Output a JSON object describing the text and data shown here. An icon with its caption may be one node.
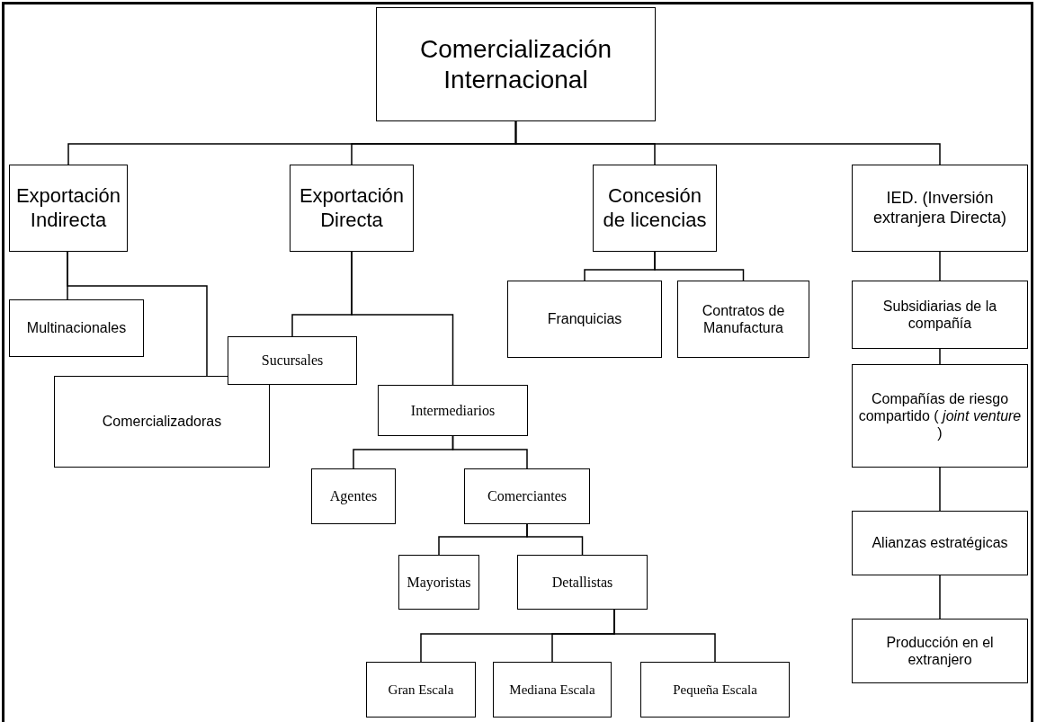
{
  "diagram": {
    "nodes": [
      {
        "text": [
          "Comercialización Internacional"
        ]
      },
      {
        "text": [
          "Exportación Indirecta"
        ]
      },
      {
        "text": [
          "Exportación Directa"
        ]
      },
      {
        "text": [
          "Concesión de licencias"
        ]
      },
      {
        "text": [
          "IED. (Inversión extranjera Directa)"
        ]
      },
      {
        "text": [
          "Multinacionales"
        ]
      },
      {
        "text": [
          "Comercializadoras"
        ]
      },
      {
        "text": [
          "Sucursales"
        ]
      },
      {
        "text": [
          "Intermediarios"
        ]
      },
      {
        "text": [
          "Agentes"
        ]
      },
      {
        "text": [
          "Comerciantes"
        ]
      },
      {
        "text": [
          "Mayoristas"
        ]
      },
      {
        "text": [
          "Detallistas"
        ]
      },
      {
        "text": [
          "Gran Escala"
        ]
      },
      {
        "text": [
          "Mediana Escala"
        ]
      },
      {
        "text": [
          "Pequeña Escala"
        ]
      },
      {
        "text": [
          "Franquicias"
        ]
      },
      {
        "text": [
          "Contratos de Manufactura"
        ]
      },
      {
        "text": [
          "Subsidiarias de la compañía"
        ]
      },
      {
        "text": [
          "Compañías de riesgo compartido ( *joint venture* )"
        ]
      },
      {
        "text": [
          "Alianzas estratégicas"
        ]
      },
      {
        "text": [
          "Producción en el extranjero"
        ]
      }
    ],
    "edges": [
      {
        "from": 0,
        "to": 1,
        "arrow": "none"
      },
      {
        "from": 0,
        "to": 2,
        "arrow": "none"
      },
      {
        "from": 0,
        "to": 3,
        "arrow": "none"
      },
      {
        "from": 0,
        "to": 4,
        "arrow": "none"
      },
      {
        "from": 1,
        "to": 5,
        "arrow": "none"
      },
      {
        "from": 1,
        "to": 6,
        "arrow": "none"
      },
      {
        "from": 2,
        "to": 7,
        "arrow": "none"
      },
      {
        "from": 2,
        "to": 8,
        "arrow": "none"
      },
      {
        "from": 8,
        "to": 9,
        "arrow": "none"
      },
      {
        "from": 8,
        "to": 10,
        "arrow": "none"
      },
      {
        "from": 10,
        "to": 11,
        "arrow": "none"
      },
      {
        "from": 10,
        "to": 12,
        "arrow": "none"
      },
      {
        "from": 12,
        "to": 13,
        "arrow": "none"
      },
      {
        "from": 12,
        "to": 14,
        "arrow": "none"
      },
      {
        "from": 12,
        "to": 15,
        "arrow": "none"
      },
      {
        "from": 3,
        "to": 16,
        "arrow": "none"
      },
      {
        "from": 3,
        "to": 17,
        "arrow": "none"
      },
      {
        "from": 4,
        "to": 18,
        "arrow": "none"
      },
      {
        "from": 18,
        "to": 19,
        "arrow": "none"
      },
      {
        "from": 19,
        "to": 20,
        "arrow": "none"
      },
      {
        "from": 20,
        "to": 21,
        "arrow": "none"
      }
    ]
  }
}
